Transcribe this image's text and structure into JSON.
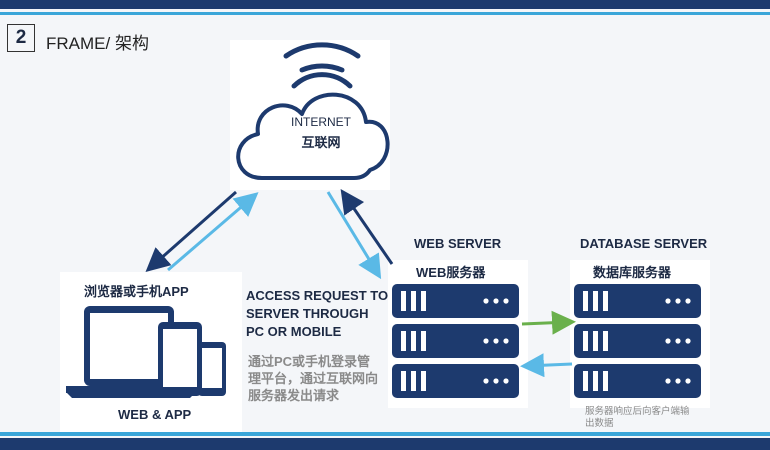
{
  "slide": {
    "number": "2",
    "title": "FRAME/ 架构"
  },
  "cloud": {
    "label_en": "INTERNET",
    "label_cn": "互联网",
    "icon": "cloud-wifi-icon"
  },
  "client": {
    "label_top": "浏览器或手机APP",
    "label_bottom": "WEB & APP",
    "icon": "devices-icon"
  },
  "request": {
    "heading_lines": [
      "ACCESS REQUEST TO",
      "SERVER THROUGH",
      "PC OR MOBILE"
    ],
    "detail_lines": [
      "通过PC或手机登录管",
      "理平台，通过互联网向",
      "服务器发出请求"
    ]
  },
  "web_server": {
    "heading": "WEB SERVER",
    "label_cn": "WEB服务器",
    "icon": "server-rack-icon"
  },
  "db_server": {
    "heading": "DATABASE SERVER",
    "label_cn": "数据库服务器",
    "note_lines": [
      "服务器响应后向客户端输",
      "出数据"
    ],
    "icon": "server-rack-icon"
  },
  "colors": {
    "navy": "#1d3a6e",
    "light_blue": "#5ab9e6",
    "green": "#6ab04c",
    "text_dark": "#1d2a44",
    "text_gray": "#8a8a8a"
  }
}
